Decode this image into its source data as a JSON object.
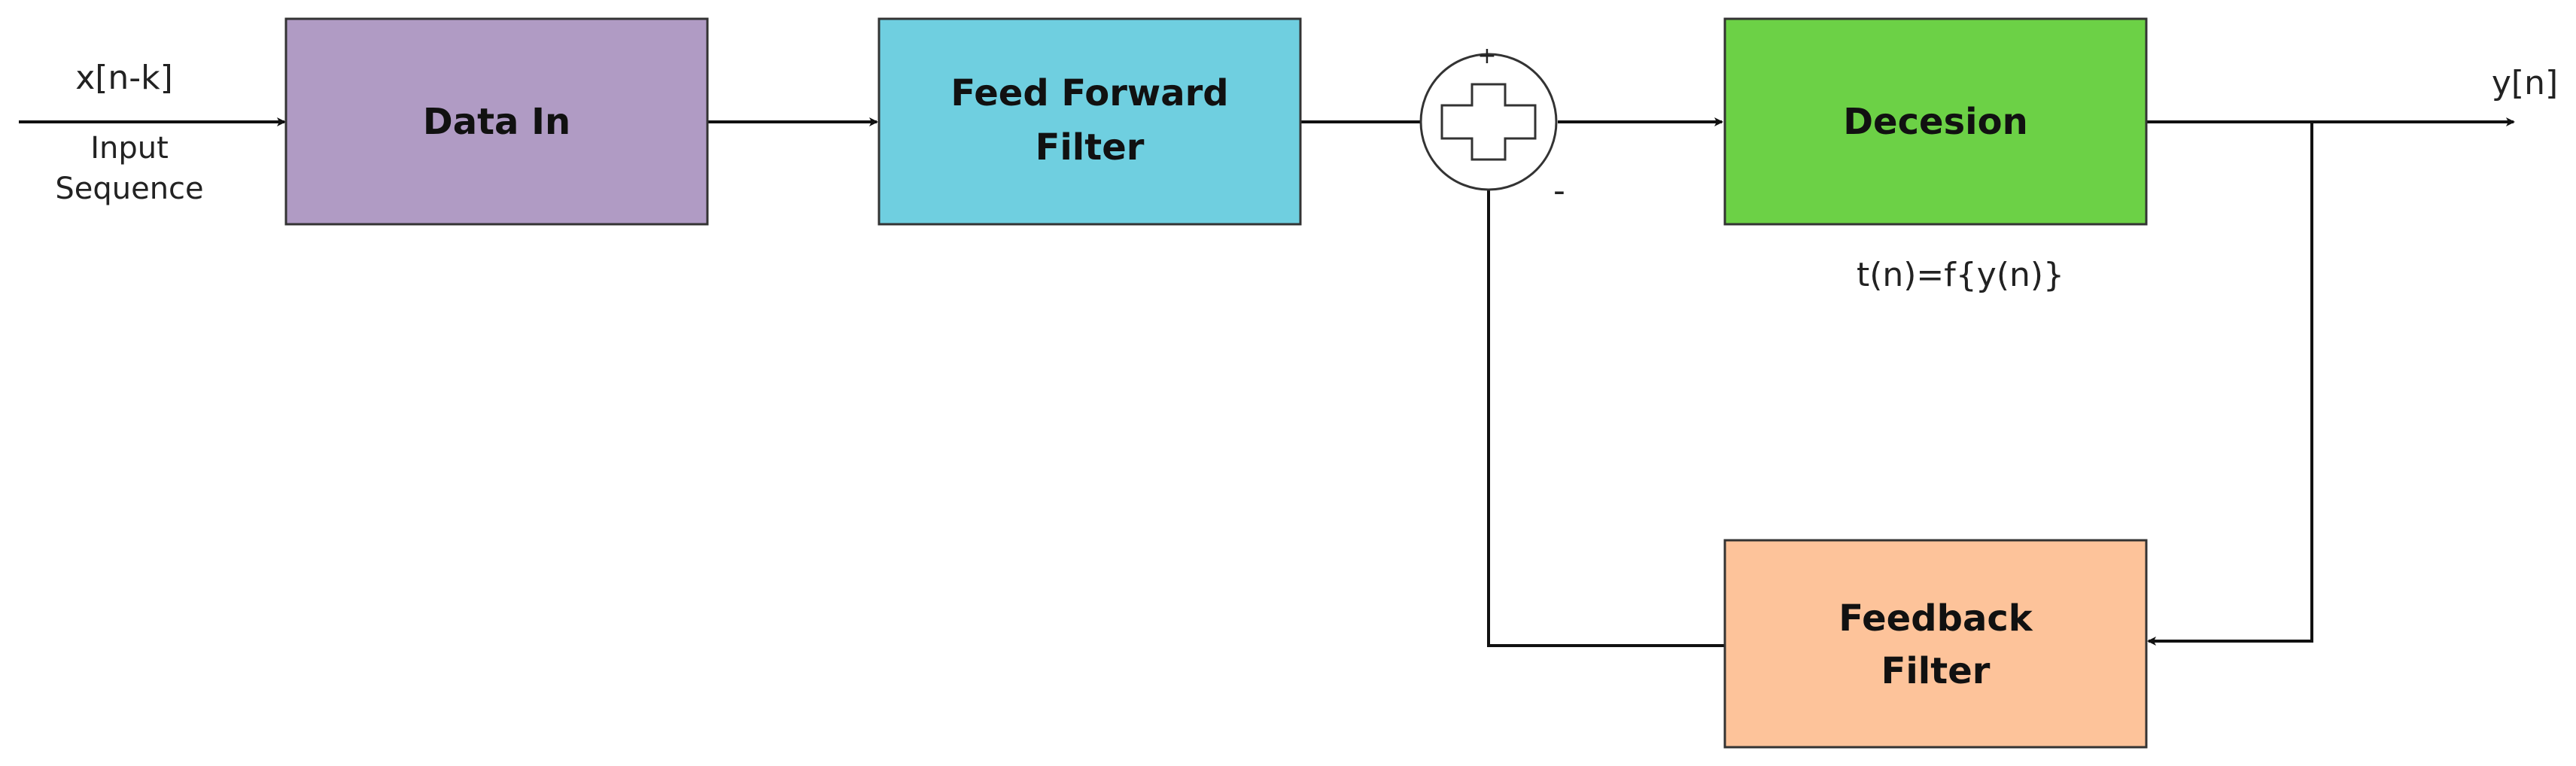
{
  "blocks": {
    "data_in": {
      "label": "Data In",
      "color": "#b09bc4"
    },
    "feed_forward": {
      "line1": "Feed Forward",
      "line2": "Filter",
      "color": "#6fcfe0"
    },
    "decision": {
      "label": "Decesion",
      "color": "#6cd146"
    },
    "feedback": {
      "line1": "Feedback",
      "line2": "Filter",
      "color": "#fdc39a"
    }
  },
  "summing_junction": {
    "plus_sign": "+",
    "minus_sign": "-"
  },
  "labels": {
    "input_signal": "x[n-k]",
    "input_caption_line1": "Input",
    "input_caption_line2": "Sequence",
    "output_signal": "y[n]",
    "decision_function": "t(n)=f{y(n)}"
  }
}
